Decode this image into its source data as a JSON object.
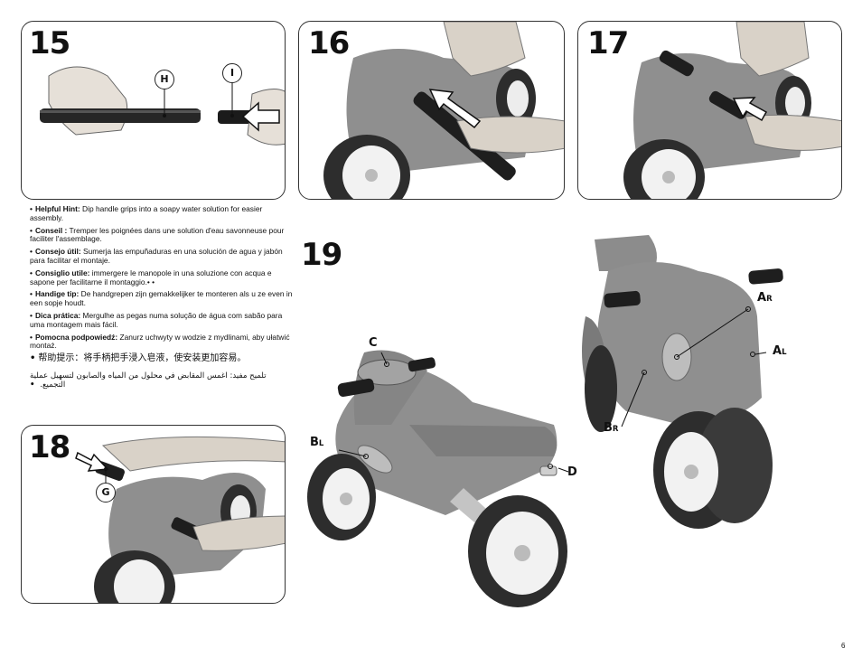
{
  "steps": {
    "s15": "15",
    "s16": "16",
    "s17": "17",
    "s18": "18",
    "s19": "19"
  },
  "part_labels": {
    "H": "H",
    "I": "I",
    "G": "G",
    "C": "C",
    "D": "D",
    "A": "A",
    "B": "B",
    "R": "R",
    "L": "L"
  },
  "hints": [
    {
      "label": "Helpful Hint:",
      "text": " Dip handle grips into a soapy water solution for easier assembly."
    },
    {
      "label": "Conseil :",
      "text": " Tremper les poignées dans une solution d'eau savonneuse pour faciliter l'assemblage."
    },
    {
      "label": "Consejo útil:",
      "text": " Sumerja las empuñaduras en una solución de agua y jabón para facilitar el montaje."
    },
    {
      "label": "Consiglio utile:",
      "text": " immergere le manopole in una soluzione con acqua e sapone per facilitarne il montaggio.•  •"
    },
    {
      "label": "Handige tip:",
      "text": " De handgrepen zijn gemakkelijker te monteren als u ze even in een sopje houdt."
    },
    {
      "label": "Dica prática:",
      "text": " Mergulhe as pegas numa solução de água com sabão para uma montagem mais fácil."
    },
    {
      "label": "Pomocna podpowiedź:",
      "text": " Zanurz uchwyty w wodzie z mydlinami, aby ułatwić montaż."
    }
  ],
  "hint_zh": "帮助提示：将手柄把手浸入皂液，使安装更加容易。",
  "hint_ar": "تلميح مفيد: اغمس المقابض في محلول من المياه والصابون لتسهيل عملية التجميع.",
  "bullet": "•",
  "page_number": "6",
  "colors": {
    "toy_body": "#8f8f8f",
    "toy_dark": "#6f6f6f",
    "tire": "#2d2d2d",
    "wheel": "#f2f2f2",
    "grip": "#1e1e1e",
    "skin": "#d9d2c8"
  }
}
